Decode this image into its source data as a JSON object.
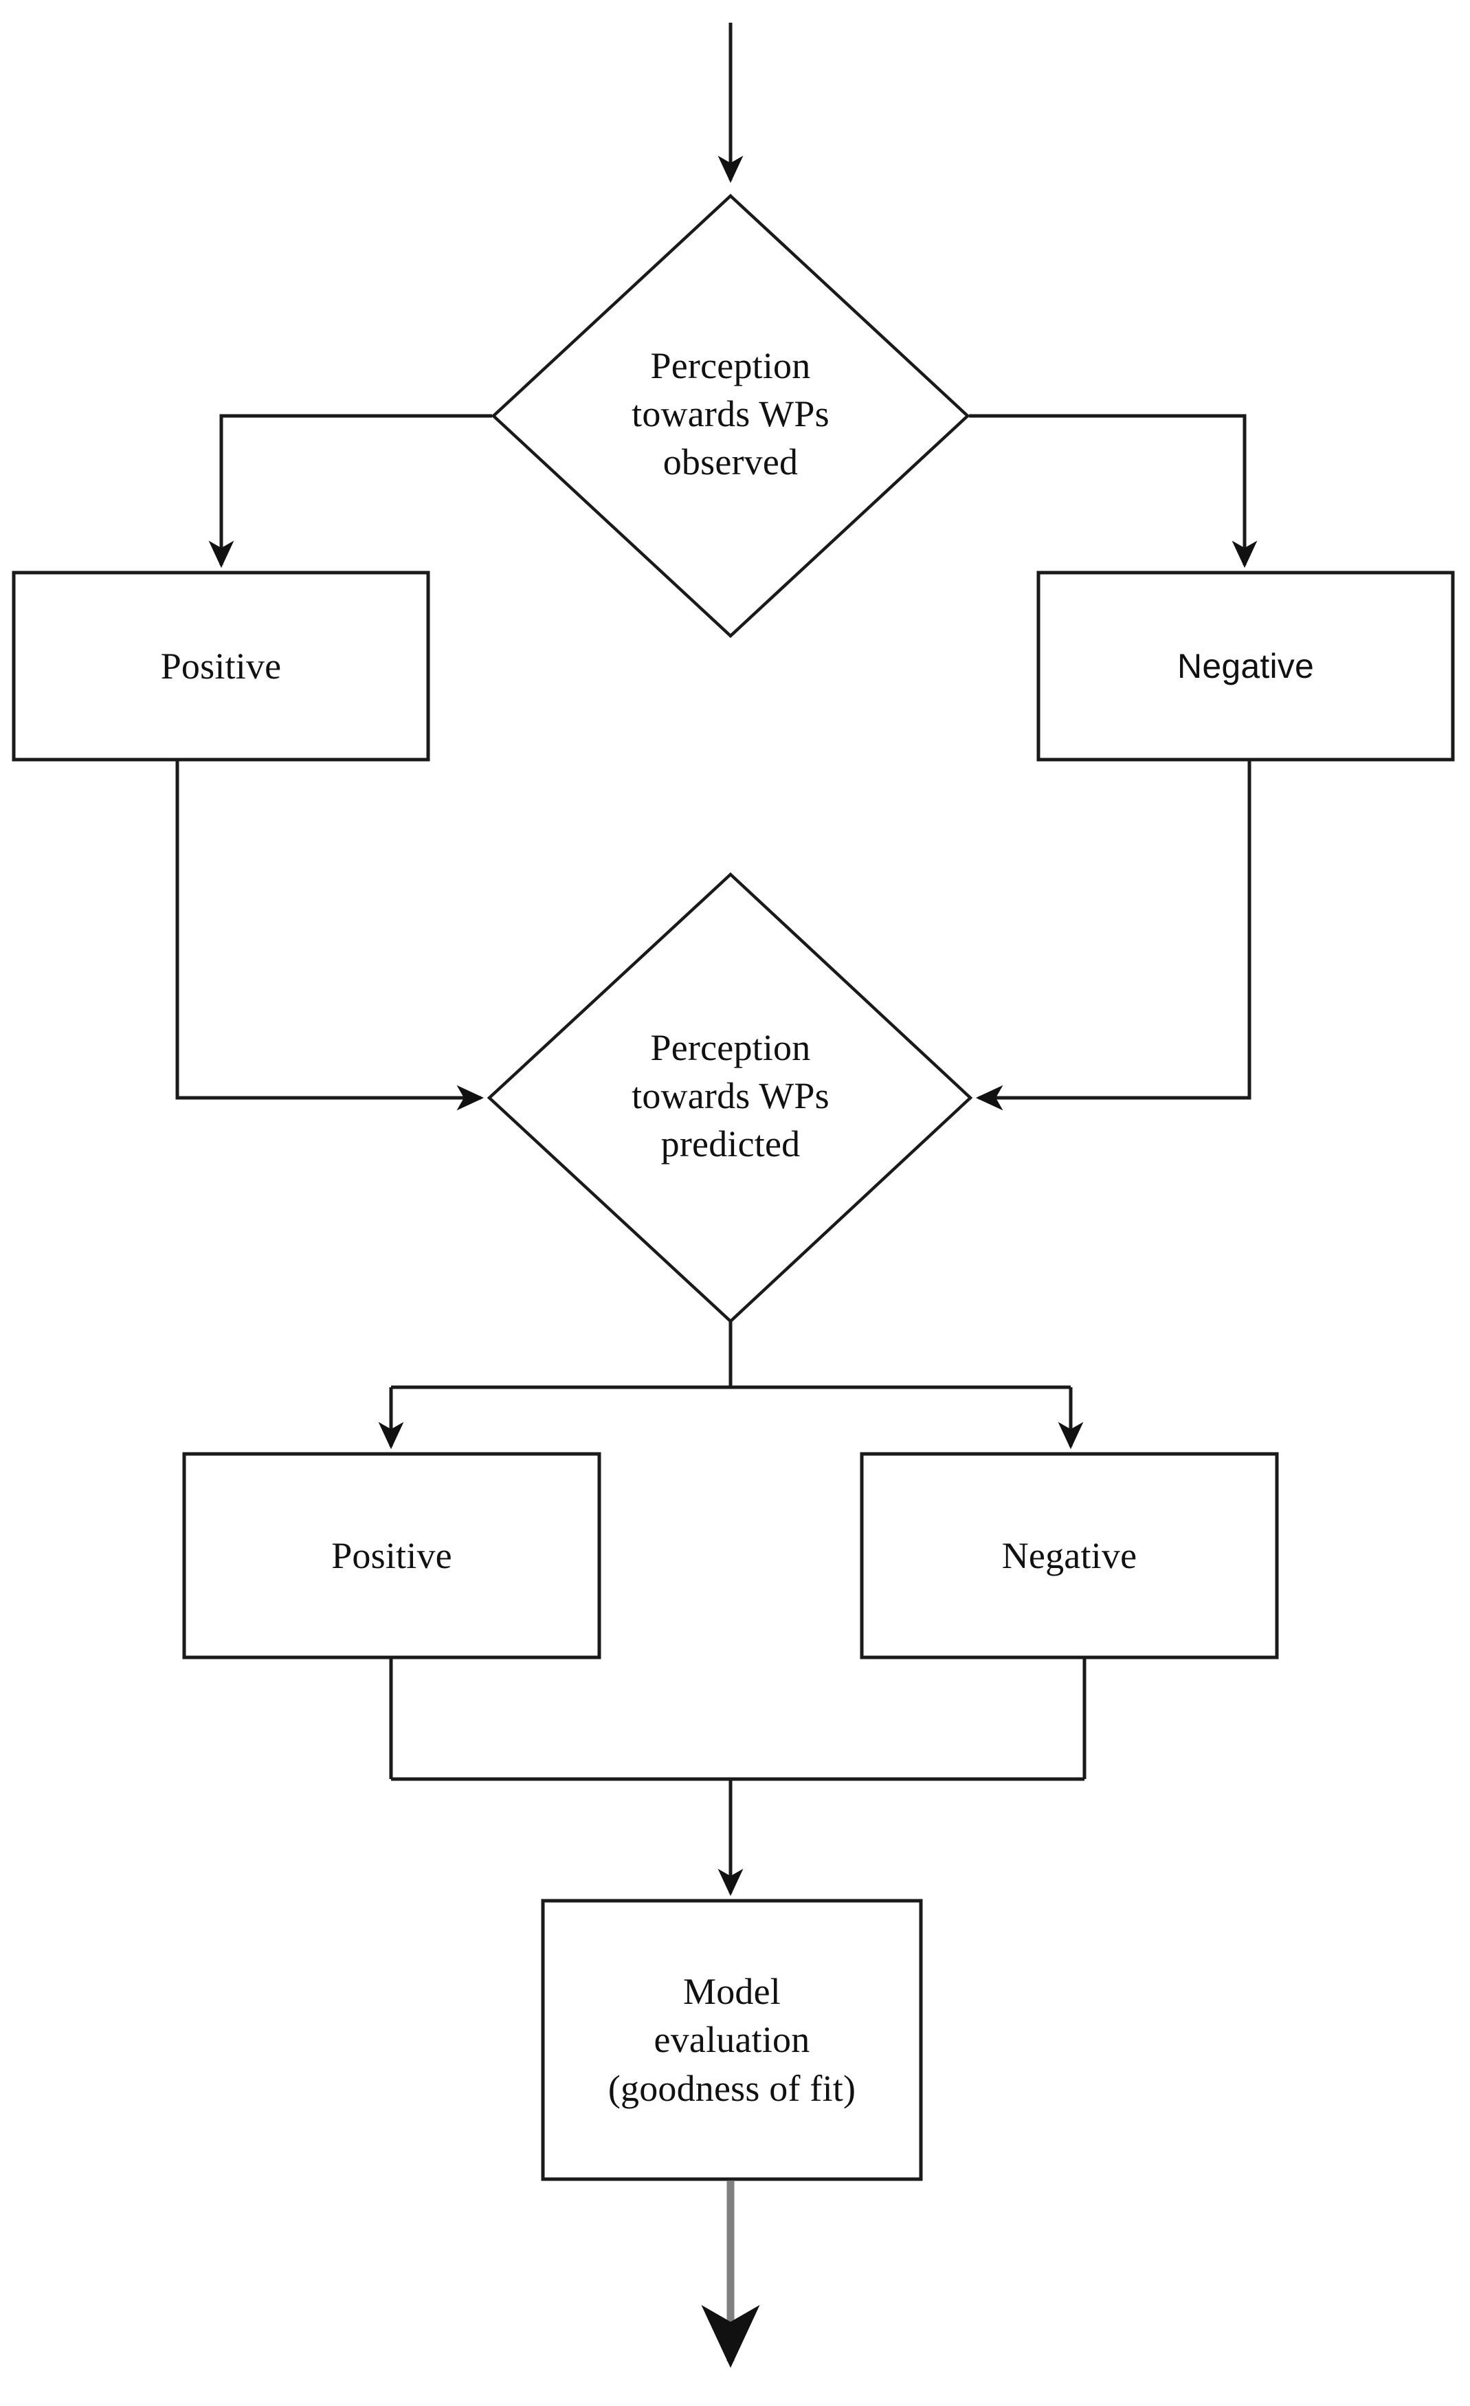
{
  "diagram": {
    "type": "flowchart",
    "title": "",
    "background_color": "#ffffff",
    "stroke_color": "#1a1a1a",
    "exit_stroke_color": "#808080",
    "text_color": "#111111",
    "nodes": [
      {
        "id": "decision-observed",
        "shape": "diamond",
        "label": "Perception towards WPs observed",
        "lines": [
          "Perception",
          "towards WPs",
          "observed"
        ]
      },
      {
        "id": "observed-positive",
        "shape": "rectangle",
        "label": "Positive",
        "lines": [
          "Positive"
        ]
      },
      {
        "id": "observed-negative",
        "shape": "rectangle",
        "label": "Negative",
        "lines": [
          "Negative"
        ]
      },
      {
        "id": "decision-predicted",
        "shape": "diamond",
        "label": "Perception towards WPs predicted",
        "lines": [
          "Perception",
          "towards WPs",
          "predicted"
        ]
      },
      {
        "id": "predicted-positive",
        "shape": "rectangle",
        "label": "Positive",
        "lines": [
          "Positive"
        ]
      },
      {
        "id": "predicted-negative",
        "shape": "rectangle",
        "label": "Negative",
        "lines": [
          "Negative"
        ]
      },
      {
        "id": "model-evaluation",
        "shape": "rectangle",
        "label": "Model evaluation (goodness of fit)",
        "lines": [
          "Model",
          "evaluation",
          "(goodness of fit)"
        ]
      }
    ],
    "edges": [
      {
        "id": "entry",
        "from": "",
        "to": "decision-observed",
        "label": ""
      },
      {
        "id": "observed-to-positive",
        "from": "decision-observed",
        "to": "observed-positive",
        "label": ""
      },
      {
        "id": "observed-to-negative",
        "from": "decision-observed",
        "to": "observed-negative",
        "label": ""
      },
      {
        "id": "positive-to-predicted",
        "from": "observed-positive",
        "to": "decision-predicted",
        "label": ""
      },
      {
        "id": "negative-to-predicted",
        "from": "observed-negative",
        "to": "decision-predicted",
        "label": ""
      },
      {
        "id": "predicted-to-positive",
        "from": "decision-predicted",
        "to": "predicted-positive",
        "label": ""
      },
      {
        "id": "predicted-to-negative",
        "from": "decision-predicted",
        "to": "predicted-negative",
        "label": ""
      },
      {
        "id": "positive-to-evaluation",
        "from": "predicted-positive",
        "to": "model-evaluation",
        "label": ""
      },
      {
        "id": "negative-to-evaluation",
        "from": "predicted-negative",
        "to": "model-evaluation",
        "label": ""
      },
      {
        "id": "exit",
        "from": "model-evaluation",
        "to": "",
        "label": ""
      }
    ]
  },
  "labels": {
    "decision_observed_line1": "Perception",
    "decision_observed_line2": "towards WPs",
    "decision_observed_line3": "observed",
    "observed_positive": "Positive",
    "observed_negative": "Negative",
    "decision_predicted_line1": "Perception",
    "decision_predicted_line2": "towards WPs",
    "decision_predicted_line3": "predicted",
    "predicted_positive": "Positive",
    "predicted_negative": "Negative",
    "evaluation_line1": "Model",
    "evaluation_line2": "evaluation",
    "evaluation_line3": "(goodness of fit)"
  }
}
